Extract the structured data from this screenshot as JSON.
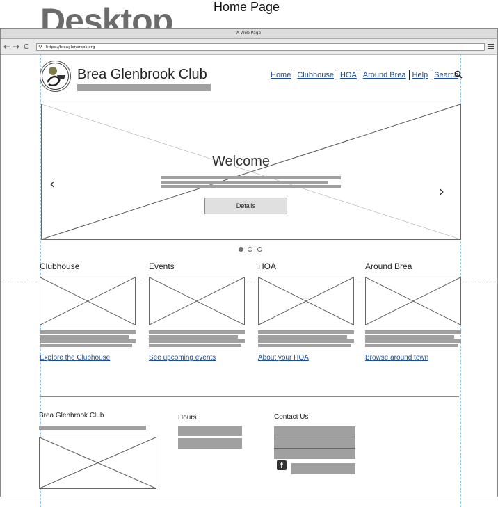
{
  "annotation": {
    "heading": "Desktop",
    "page_name": "Home Page"
  },
  "browser": {
    "window_title": "A Web Page",
    "url": "https://breaglenbrook.org",
    "back": "←",
    "forward": "→",
    "reload": "C"
  },
  "header": {
    "site_title": "Brea Glenbrook Club"
  },
  "nav": {
    "items": [
      "Home",
      "Clubhouse",
      "HOA",
      "Around Brea",
      "Help",
      "Search"
    ]
  },
  "carousel": {
    "heading": "Welcome",
    "button_label": "Details",
    "prev": "‹",
    "next": "›",
    "slide_count": 3,
    "active_slide": 1
  },
  "sections": [
    {
      "title": "Clubhouse",
      "link": "Explore the Clubhouse"
    },
    {
      "title": "Events",
      "link": "See upcoming events"
    },
    {
      "title": "HOA",
      "link": "About your HOA"
    },
    {
      "title": "Around Brea",
      "link": "Browse around town"
    }
  ],
  "footer": {
    "club_title": "Brea Glenbrook Club",
    "hours_title": "Hours",
    "contact_title": "Contact Us",
    "facebook_glyph": "f"
  },
  "colors": {
    "link": "#1f4e8a",
    "guide": "#8fc7e8",
    "placeholder_bar": "#a0a0a0"
  },
  "icons": [
    "search-icon",
    "facebook-icon",
    "menu-icon",
    "back-icon",
    "forward-icon",
    "reload-icon"
  ]
}
